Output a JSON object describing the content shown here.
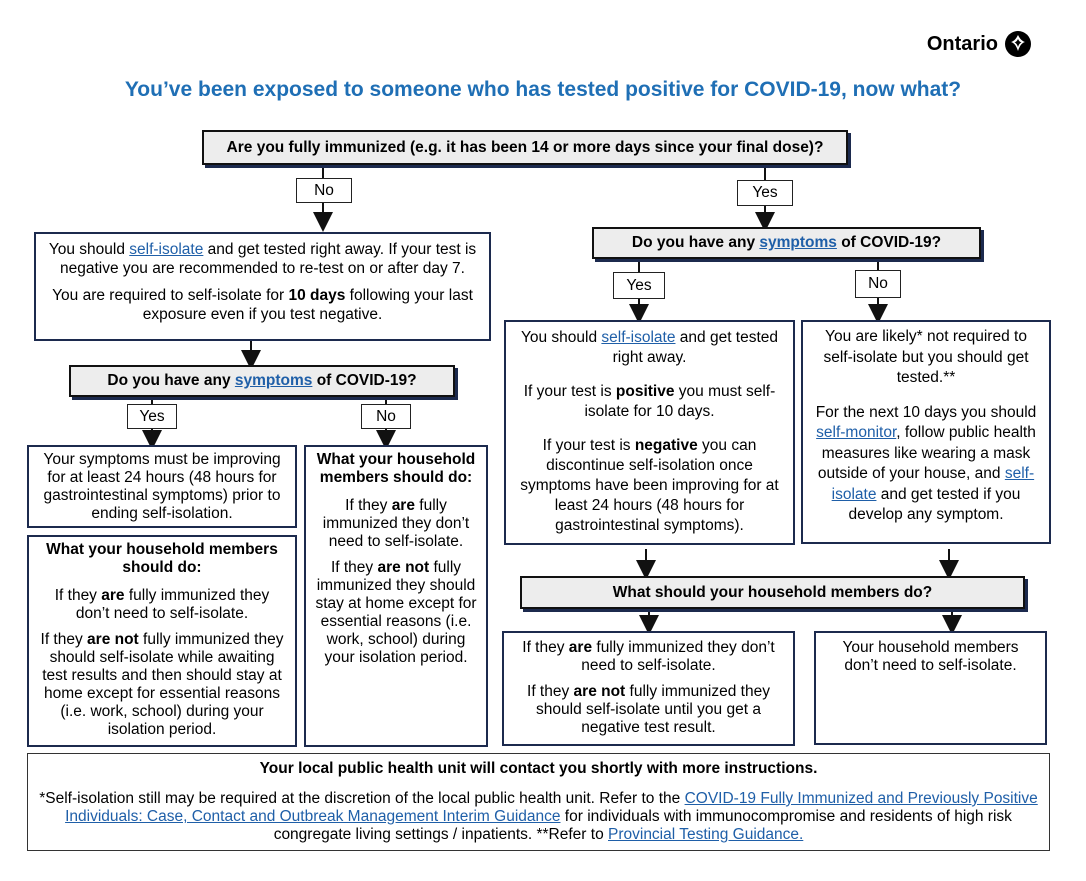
{
  "brand": {
    "name": "Ontario",
    "logo_icon": "trillium-icon"
  },
  "title": "You’ve been exposed to someone who has tested positive for COVID-19, now what?",
  "q_immunized": "Are you fully immunized (e.g. it has been 14 or more days since your final dose)?",
  "answers": {
    "no": "No",
    "yes": "Yes"
  },
  "left": {
    "isolate_box": {
      "p1_a": "You should ",
      "p1_link": "self-isolate",
      "p1_b": " and get tested right away. If your test is negative you are recommended to re-test on or after day 7.",
      "p2_a": "You are required to self-isolate for ",
      "p2_bold": "10 days",
      "p2_b": " following your last exposure even if you test negative."
    },
    "q_symptoms_a": "Do you have any ",
    "q_symptoms_link": "symptoms",
    "q_symptoms_b": " of COVID-19?",
    "yes_box": "Your symptoms must be improving for at least 24 hours (48 hours for gastrointestinal symptoms) prior to ending self-isolation.",
    "household_box": {
      "heading": "What your household members should do:",
      "p1_a": "If they ",
      "p1_bold": "are",
      "p1_b": " fully immunized they don’t need to self-isolate.",
      "p2_a": "If they ",
      "p2_bold": "are not",
      "p2_b": " fully immunized they should self-isolate while awaiting test results and then should stay at home except for essential reasons (i.e. work, school) during your isolation period."
    },
    "no_box": {
      "heading": "What your household members should do:",
      "p1_a": "If they ",
      "p1_bold": "are",
      "p1_b": " fully immunized they don’t need to self-isolate.",
      "p2_a": "If they ",
      "p2_bold": "are not",
      "p2_b": " fully immunized they should stay at home except for essential reasons (i.e. work, school) during your isolation period."
    }
  },
  "right": {
    "q_symptoms_a": "Do you have any ",
    "q_symptoms_link": "symptoms",
    "q_symptoms_b": " of COVID-19?",
    "yes_box": {
      "p1_a": "You should ",
      "p1_link": "self-isolate",
      "p1_b": " and get tested right away.",
      "p2_a": "If your test is ",
      "p2_bold": "positive",
      "p2_b": " you must self-isolate for 10 days.",
      "p3_a": "If your test is ",
      "p3_bold": "negative",
      "p3_b": " you can discontinue self-isolation once symptoms have been improving for at least 24 hours (48 hours for gastrointestinal symptoms)."
    },
    "no_box": {
      "p1": "You are likely* not required to self-isolate but you should get tested.**",
      "p2_a": "For the next 10 days you should ",
      "p2_link1": "self-monitor",
      "p2_b": ", follow public health measures like wearing a mask outside of your house, and ",
      "p2_link2": "self-isolate",
      "p2_c": " and get tested if you develop any symptom."
    },
    "q_household": "What should your household members do?",
    "hh_left": {
      "p1_a": "If they ",
      "p1_bold": "are",
      "p1_b": " fully immunized they don’t need to self-isolate.",
      "p2_a": "If they ",
      "p2_bold": "are not",
      "p2_b": " fully immunized they should self-isolate until you get a negative test result."
    },
    "hh_right": "Your household members don’t need to self-isolate."
  },
  "footer": {
    "heading": "Your local public health unit will contact you shortly with more instructions.",
    "text_a": "*Self-isolation still may be required at the discretion of the local public health unit. Refer to the ",
    "link1": "COVID-19 Fully Immunized and Previously Positive Individuals: Case, Contact and Outbreak Management Interim Guidance",
    "text_b": " for individuals with immunocompromise and residents of high risk congregate living settings / inpatients. **Refer to ",
    "link2": "Provincial Testing Guidance."
  }
}
